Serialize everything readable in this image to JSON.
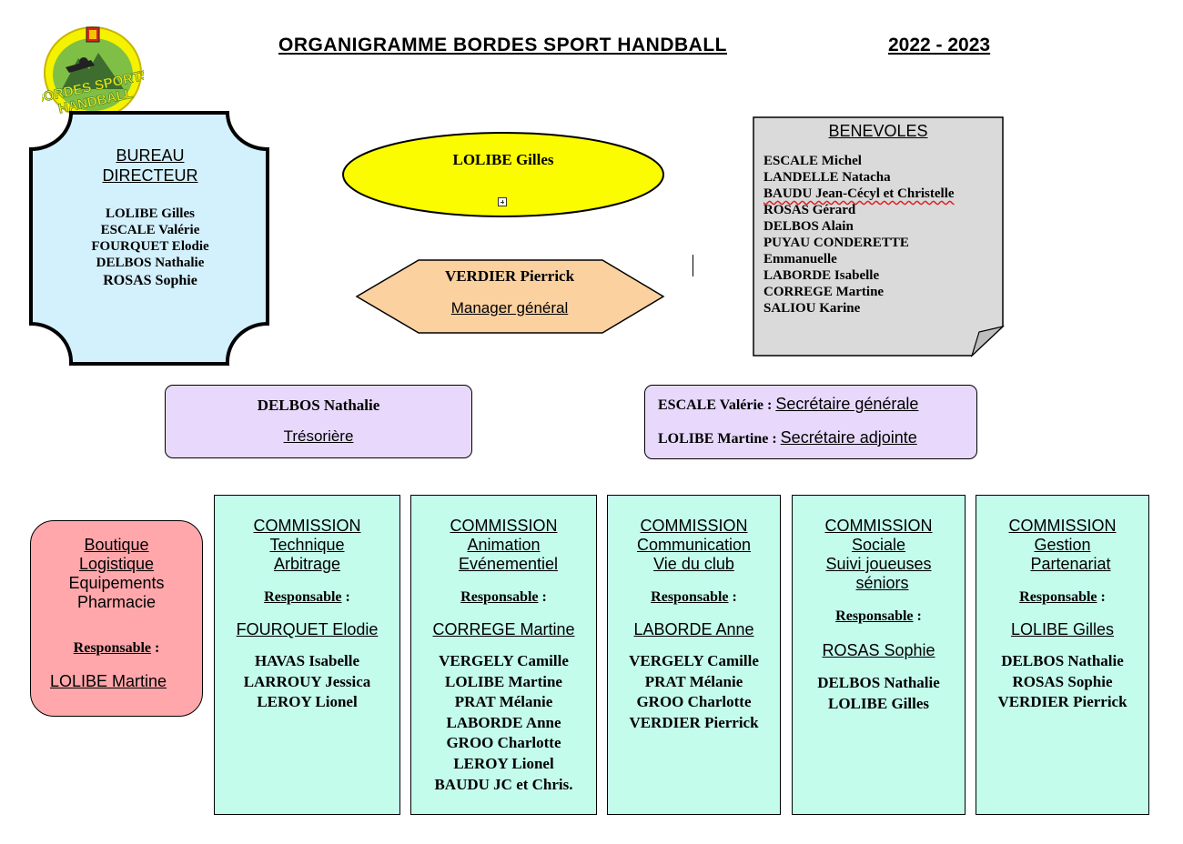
{
  "header": {
    "title": "ORGANIGRAMME  BORDES  SPORT  HANDBALL",
    "season": "2022 - 2023"
  },
  "logo": {
    "text_line1": "BORDES SPORTS",
    "text_line2": "HANDBALL",
    "colors": {
      "ring": "#f5f200",
      "inner": "#6fb43a",
      "text": "#f3e81a"
    }
  },
  "bureau": {
    "title_line1": "BUREAU",
    "title_line2": "DIRECTEUR",
    "members": [
      "LOLIBE  Gilles",
      "ESCALE  Valérie",
      "FOURQUET  Elodie",
      "DELBOS  Nathalie",
      "ROSAS  Sophie"
    ],
    "color": "#d3f0fd"
  },
  "president": {
    "name": "LOLIBE Gilles",
    "color": "#fcfc00"
  },
  "manager": {
    "name": "VERDIER  Pierrick",
    "role": "Manager général",
    "color": "#fcd1a0"
  },
  "benevoles": {
    "title": "BENEVOLES",
    "members": [
      "ESCALE Michel",
      "LANDELLE Natacha",
      "BAUDU  Jean-Cécyl et Christelle",
      "ROSAS  Gérard",
      "DELBOS  Alain",
      "PUYAU CONDERETTE",
      "Emmanuelle",
      "LABORDE  Isabelle",
      "CORREGE  Martine",
      "SALIOU  Karine"
    ],
    "color": "#dadada"
  },
  "tresoriere": {
    "name": "DELBOS  Nathalie",
    "role": "Trésorière"
  },
  "secretaires": [
    {
      "name": "ESCALE  Valérie : ",
      "role": "Secrétaire générale"
    },
    {
      "name": "LOLIBE  Martine : ",
      "role": "Secrétaire adjointe"
    }
  ],
  "boutique": {
    "title_lines": [
      "Boutique",
      "Logistique",
      "Equipements",
      "Pharmacie"
    ],
    "resp_label": "Responsable",
    "resp_suffix": " :",
    "resp_name": "LOLIBE Martine"
  },
  "commissions": [
    {
      "title_lines": [
        "COMMISSION",
        "Technique",
        "Arbitrage"
      ],
      "resp_label": "Responsable",
      "resp_suffix": " :",
      "resp_name": "FOURQUET  Elodie",
      "members": [
        "HAVAS  Isabelle",
        "LARROUY  Jessica",
        "LEROY  Lionel"
      ]
    },
    {
      "title_lines": [
        "COMMISSION",
        "Animation",
        "  Evénementiel"
      ],
      "resp_label": "Responsable",
      "resp_suffix": " :",
      "resp_name": "CORREGE Martine",
      "members": [
        "VERGELY  Camille",
        "LOLIBE  Martine",
        "PRAT  Mélanie",
        "LABORDE  Anne",
        "GROO  Charlotte",
        "LEROY  Lionel",
        "BAUDU JC et Chris."
      ]
    },
    {
      "title_lines": [
        "COMMISSION",
        "Communication",
        "Vie du club"
      ],
      "resp_label": "Responsable",
      "resp_suffix": " :",
      "resp_name": "LABORDE  Anne",
      "members": [
        "VERGELY  Camille",
        "PRAT  Mélanie",
        "GROO  Charlotte",
        "VERDIER  Pierrick"
      ]
    },
    {
      "title_lines": [
        "COMMISSION",
        "Sociale",
        "Suivi joueuses",
        " séniors"
      ],
      "resp_label": "Responsable",
      "resp_suffix": " :",
      "resp_name": "ROSAS  Sophie",
      "members": [
        "DELBOS  Nathalie",
        "LOLIBE  Gilles"
      ]
    },
    {
      "title_lines": [
        "COMMISSION",
        "Gestion",
        "   Partenariat"
      ],
      "resp_label": "Responsable",
      "resp_suffix": " :",
      "resp_name": "LOLIBE  Gilles",
      "members": [
        "DELBOS  Nathalie",
        "ROSAS  Sophie",
        "VERDIER  Pierrick"
      ]
    }
  ]
}
